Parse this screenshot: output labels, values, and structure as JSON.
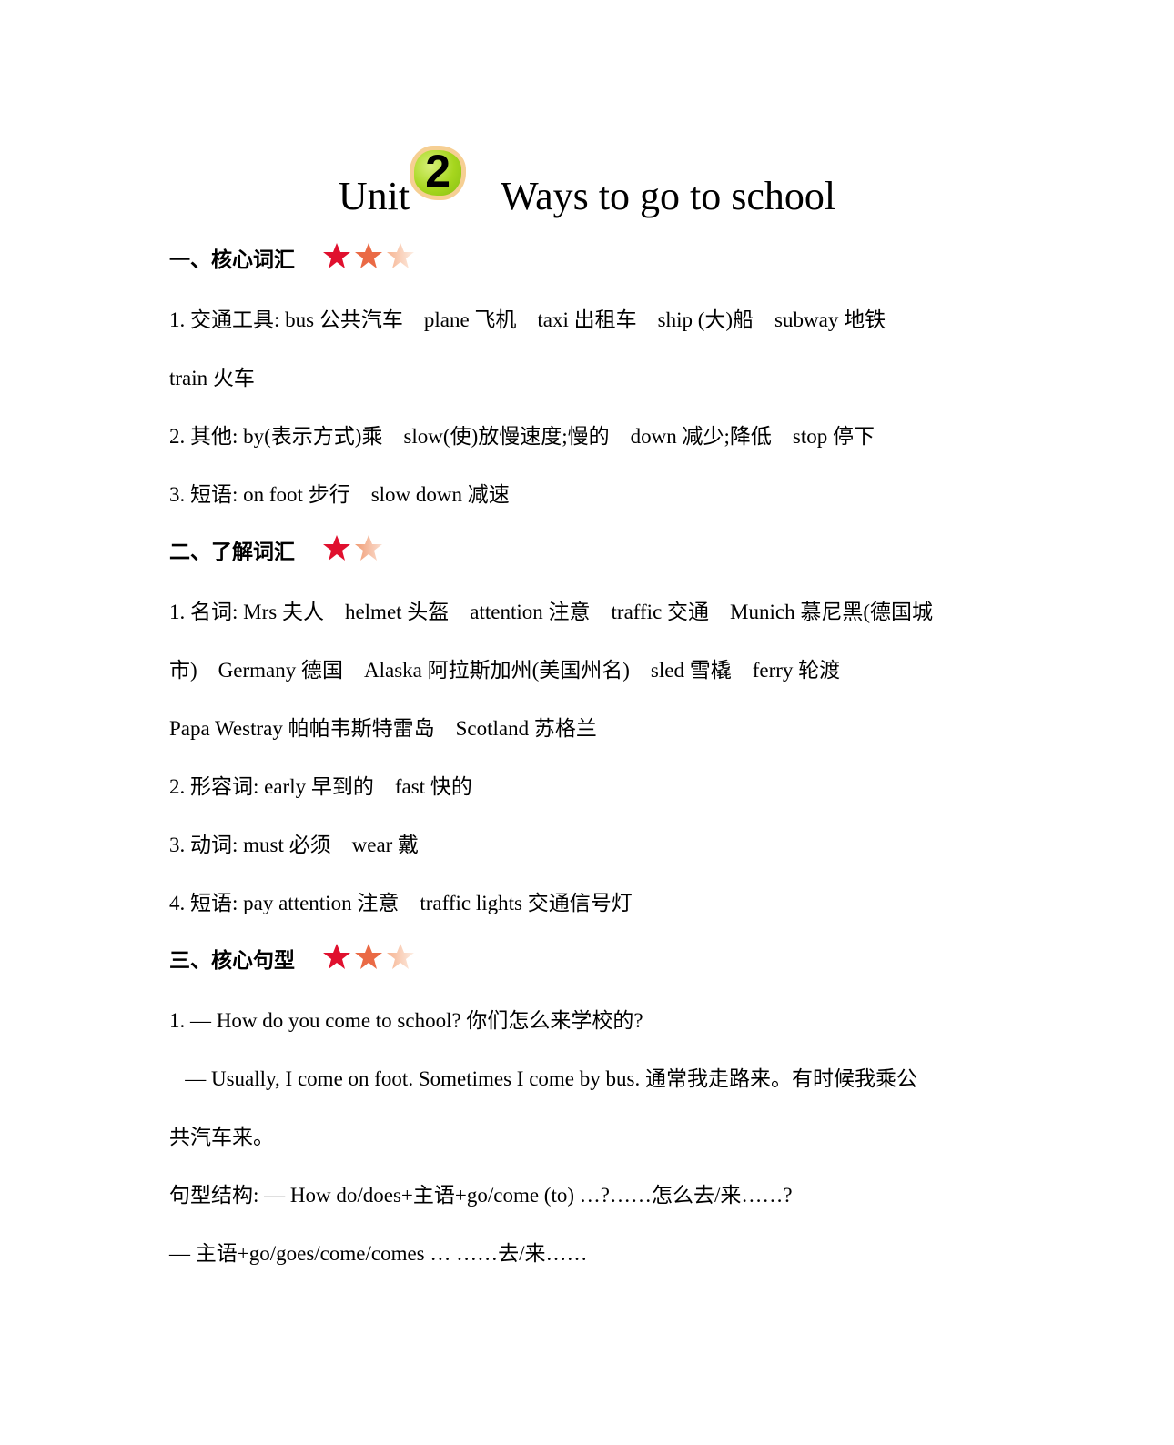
{
  "document": {
    "title": {
      "prefix": "Unit",
      "unit_number": "2",
      "subtitle": "Ways to go to school",
      "badge_colors": {
        "outer": "#f6cf93",
        "inner": "#a6d61e"
      }
    },
    "sections": [
      {
        "heading": "一、核心词汇",
        "stars": 3,
        "lines": [
          "1. 交通工具: bus 公共汽车    plane 飞机    taxi 出租车    ship (大)船    subway 地铁",
          "train 火车",
          "2. 其他: by(表示方式)乘    slow(使)放慢速度;慢的    down 减少;降低    stop 停下",
          "3. 短语: on foot 步行    slow down 减速"
        ]
      },
      {
        "heading": "二、了解词汇",
        "stars": 2,
        "lines": [
          "1. 名词: Mrs 夫人    helmet 头盔    attention 注意    traffic 交通    Munich 慕尼黑(德国城",
          "市)    Germany 德国    Alaska 阿拉斯加州(美国州名)    sled 雪橇    ferry 轮渡",
          "Papa Westray 帕帕韦斯特雷岛    Scotland 苏格兰",
          "2. 形容词: early 早到的    fast 快的",
          "3. 动词: must 必须    wear 戴",
          "4. 短语: pay attention 注意    traffic lights 交通信号灯"
        ]
      },
      {
        "heading": "三、核心句型",
        "stars": 3,
        "lines": [
          "1. — How do you come to school? 你们怎么来学校的?",
          "   — Usually, I come on foot. Sometimes I come by bus. 通常我走路来。有时候我乘公",
          "共汽车来。",
          "句型结构: — How do/does+主语+go/come (to) …?……怎么去/来……?",
          "— 主语+go/goes/come/comes … ……去/来……"
        ]
      }
    ],
    "star_colors": [
      "#e0102e",
      "#ea6a45",
      "#f8c4a8"
    ]
  }
}
